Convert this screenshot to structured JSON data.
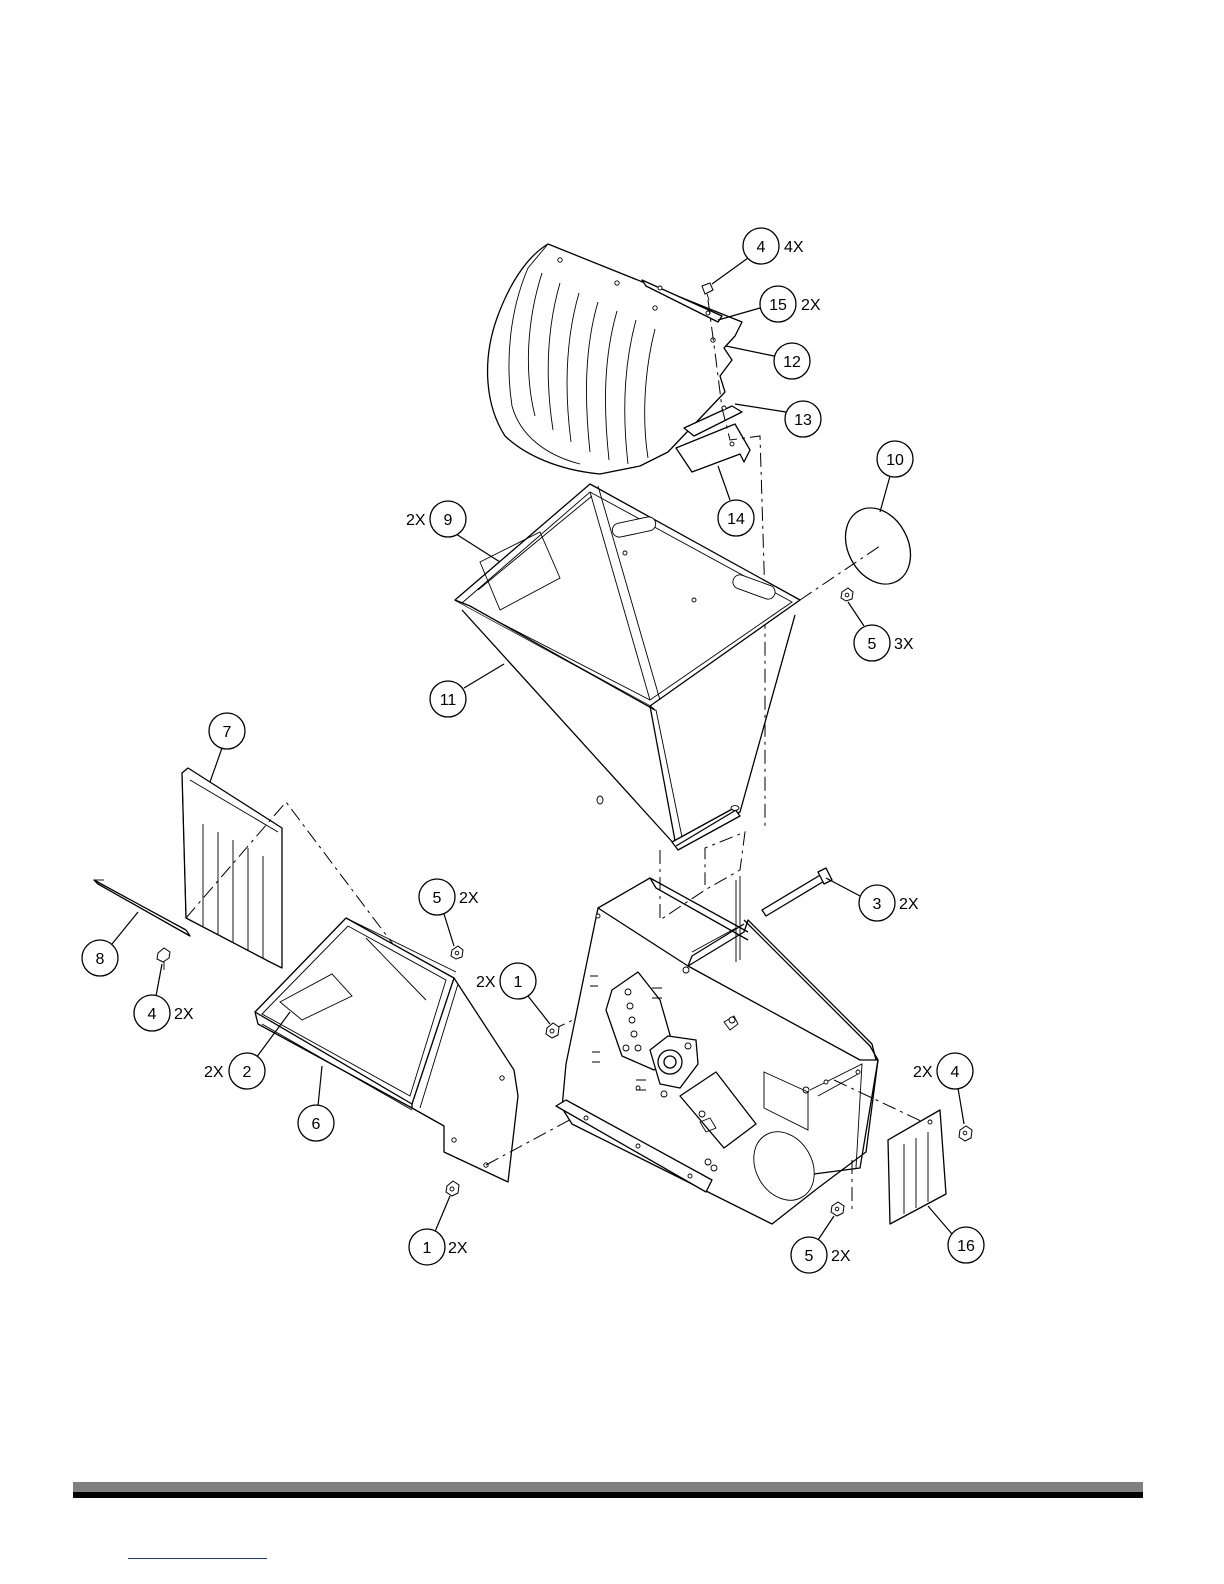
{
  "callouts": [
    {
      "id": "c4a",
      "number": "4",
      "qty": "4X"
    },
    {
      "id": "c15",
      "number": "15",
      "qty": "2X"
    },
    {
      "id": "c12",
      "number": "12",
      "qty": ""
    },
    {
      "id": "c13",
      "number": "13",
      "qty": ""
    },
    {
      "id": "c14",
      "number": "14",
      "qty": ""
    },
    {
      "id": "c10",
      "number": "10",
      "qty": ""
    },
    {
      "id": "c9",
      "number": "9",
      "qty": "2X"
    },
    {
      "id": "c5a",
      "number": "5",
      "qty": "3X"
    },
    {
      "id": "c11",
      "number": "11",
      "qty": ""
    },
    {
      "id": "c7",
      "number": "7",
      "qty": ""
    },
    {
      "id": "c5b",
      "number": "5",
      "qty": "2X"
    },
    {
      "id": "c3",
      "number": "3",
      "qty": "2X"
    },
    {
      "id": "c8",
      "number": "8",
      "qty": ""
    },
    {
      "id": "c1a",
      "number": "1",
      "qty": "2X"
    },
    {
      "id": "c4b",
      "number": "4",
      "qty": "2X"
    },
    {
      "id": "c2",
      "number": "2",
      "qty": "2X"
    },
    {
      "id": "c4c",
      "number": "4",
      "qty": "2X"
    },
    {
      "id": "c6",
      "number": "6",
      "qty": ""
    },
    {
      "id": "c1b",
      "number": "1",
      "qty": "2X"
    },
    {
      "id": "c5c",
      "number": "5",
      "qty": "2X"
    },
    {
      "id": "c16",
      "number": "16",
      "qty": ""
    }
  ]
}
